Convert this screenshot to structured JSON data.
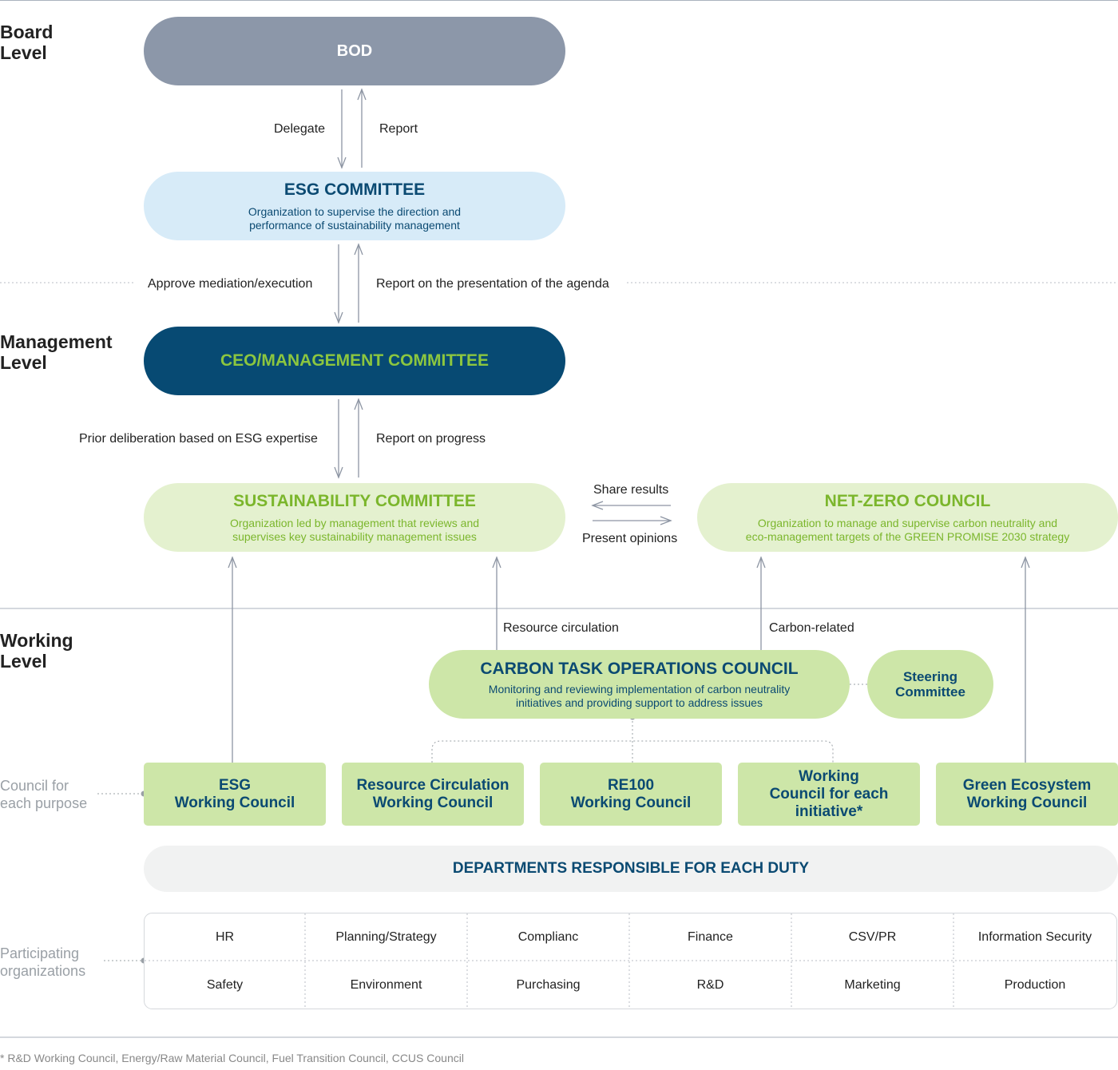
{
  "levels": {
    "board": "Board\nLevel",
    "management": "Management\nLevel",
    "working": "Working\nLevel"
  },
  "side_labels": {
    "council": "Council for\neach purpose",
    "participating": "Participating\norganizations"
  },
  "nodes": {
    "bod": {
      "title": "BOD"
    },
    "esg_committee": {
      "title": "ESG COMMITTEE",
      "desc": "Organization to supervise the direction and\nperformance of sustainability management"
    },
    "ceo": {
      "title": "CEO/MANAGEMENT COMMITTEE"
    },
    "sustainability": {
      "title": "SUSTAINABILITY COMMITTEE",
      "desc": "Organization led by management that reviews and\nsupervises key sustainability management issues"
    },
    "netzero": {
      "title": "NET-ZERO COUNCIL",
      "desc": "Organization to manage and supervise carbon neutrality and\neco-management targets of the GREEN PROMISE 2030 strategy"
    },
    "carbon": {
      "title": "CARBON TASK OPERATIONS COUNCIL",
      "desc": "Monitoring and reviewing implementation of carbon neutrality\ninitiatives and providing support to address issues"
    },
    "steering": {
      "title": "Steering\nCommittee"
    }
  },
  "edge_labels": {
    "delegate": "Delegate",
    "report": "Report",
    "approve": "Approve mediation/execution",
    "report_agenda": "Report on the presentation of the agenda",
    "prior": "Prior deliberation based on ESG expertise",
    "progress": "Report on progress",
    "share": "Share results",
    "present": "Present opinions",
    "resource": "Resource circulation",
    "carbon_related": "Carbon-related"
  },
  "working_councils": [
    "ESG\nWorking Council",
    "Resource Circulation\nWorking Council",
    "RE100\nWorking Council",
    "Working\nCouncil for each\ninitiative*",
    "Green Ecosystem\nWorking Council"
  ],
  "departments_title": "DEPARTMENTS RESPONSIBLE FOR EACH DUTY",
  "organizations": [
    [
      "HR",
      "Planning/Strategy",
      "Complianc",
      "Finance",
      "CSV/PR",
      "Information Security"
    ],
    [
      "Safety",
      "Environment",
      "Purchasing",
      "R&D",
      "Marketing",
      "Production"
    ]
  ],
  "footnote": "* R&D Working Council, Energy/Raw Material Council, Fuel Transition Council, CCUS Council",
  "colors": {
    "bod": "#8c97a9",
    "esg": "#d7ebf8",
    "ceo": "#074a73",
    "light_green": "#e4f1cf",
    "green": "#cde6a8",
    "title_green": "#7bb62c",
    "navy": "#0b4a72",
    "departments": "#f1f2f2"
  }
}
